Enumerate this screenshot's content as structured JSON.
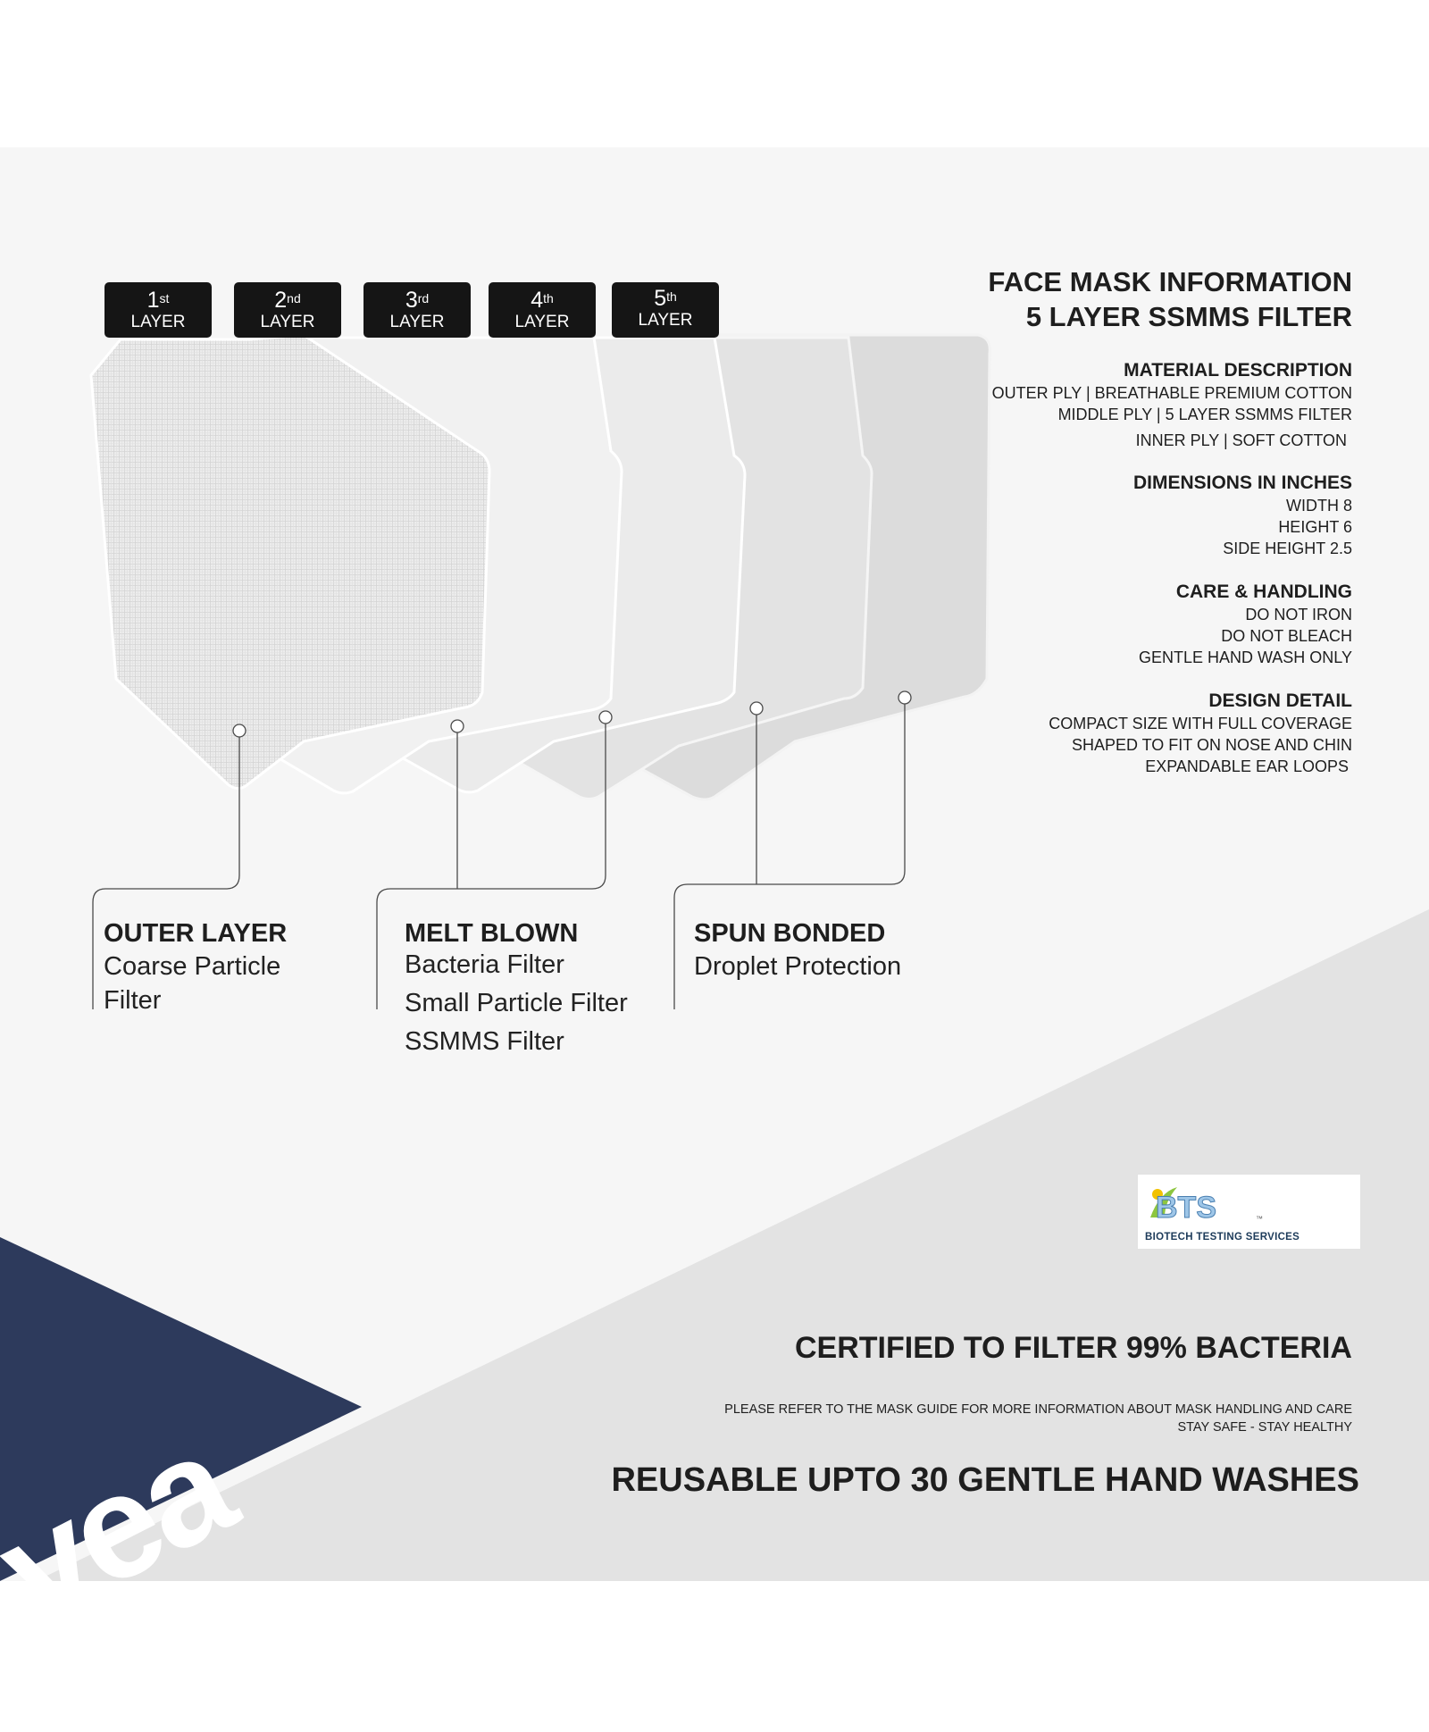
{
  "layers": [
    {
      "ordinal": "1",
      "suffix": "st",
      "label": "LAYER"
    },
    {
      "ordinal": "2",
      "suffix": "nd",
      "label": "LAYER"
    },
    {
      "ordinal": "3",
      "suffix": "rd",
      "label": "LAYER"
    },
    {
      "ordinal": "4",
      "suffix": "th",
      "label": "LAYER"
    },
    {
      "ordinal": "5",
      "suffix": "th",
      "label": "LAYER"
    }
  ],
  "callouts": {
    "outer": {
      "title": "OUTER LAYER",
      "lines": [
        "Coarse Particle",
        "Filter"
      ]
    },
    "melt": {
      "title": "MELT BLOWN",
      "lines": [
        "Bacteria Filter",
        "Small Particle Filter",
        "SSMMS Filter"
      ]
    },
    "spun": {
      "title": "SPUN BONDED",
      "lines": [
        "Droplet Protection"
      ]
    }
  },
  "info": {
    "title1": "FACE MASK INFORMATION",
    "title2": "5 LAYER SSMMS FILTER",
    "material": {
      "heading": "MATERIAL DESCRIPTION",
      "lines": [
        "OUTER PLY  |  BREATHABLE PREMIUM COTTON",
        "MIDDLE PLY  |  5 LAYER SSMMS FILTER",
        "INNER PLY  |  SOFT COTTON"
      ]
    },
    "dimensions": {
      "heading": "DIMENSIONS IN INCHES",
      "lines": [
        "WIDTH   8",
        "HEIGHT   6",
        "SIDE HEIGHT   2.5"
      ]
    },
    "care": {
      "heading": "CARE & HANDLING",
      "lines": [
        "DO NOT IRON",
        "DO NOT BLEACH",
        "GENTLE HAND WASH ONLY"
      ]
    },
    "design": {
      "heading": "DESIGN DETAIL",
      "lines": [
        "COMPACT SIZE WITH FULL COVERAGE",
        "SHAPED TO FIT ON NOSE AND CHIN",
        "EXPANDABLE EAR LOOPS"
      ]
    }
  },
  "badge": {
    "mark": "BTS",
    "tm": "™",
    "name": "BIOTECH TESTING SERVICES"
  },
  "certified": "CERTIFIED TO FILTER 99% BACTERIA",
  "note": [
    "PLEASE REFER  TO THE MASK GUIDE FOR MORE INFORMATION ABOUT MASK HANDLING AND CARE",
    "STAY SAFE - STAY HEALTHY"
  ],
  "reusable": "REUSABLE UPTO 30 GENTLE HAND WASHES",
  "brand": "vea",
  "colors": {
    "navy": "#2d3a5c",
    "tag": "#151515",
    "band": "#e3e3e3",
    "panel": "#f6f6f6"
  }
}
